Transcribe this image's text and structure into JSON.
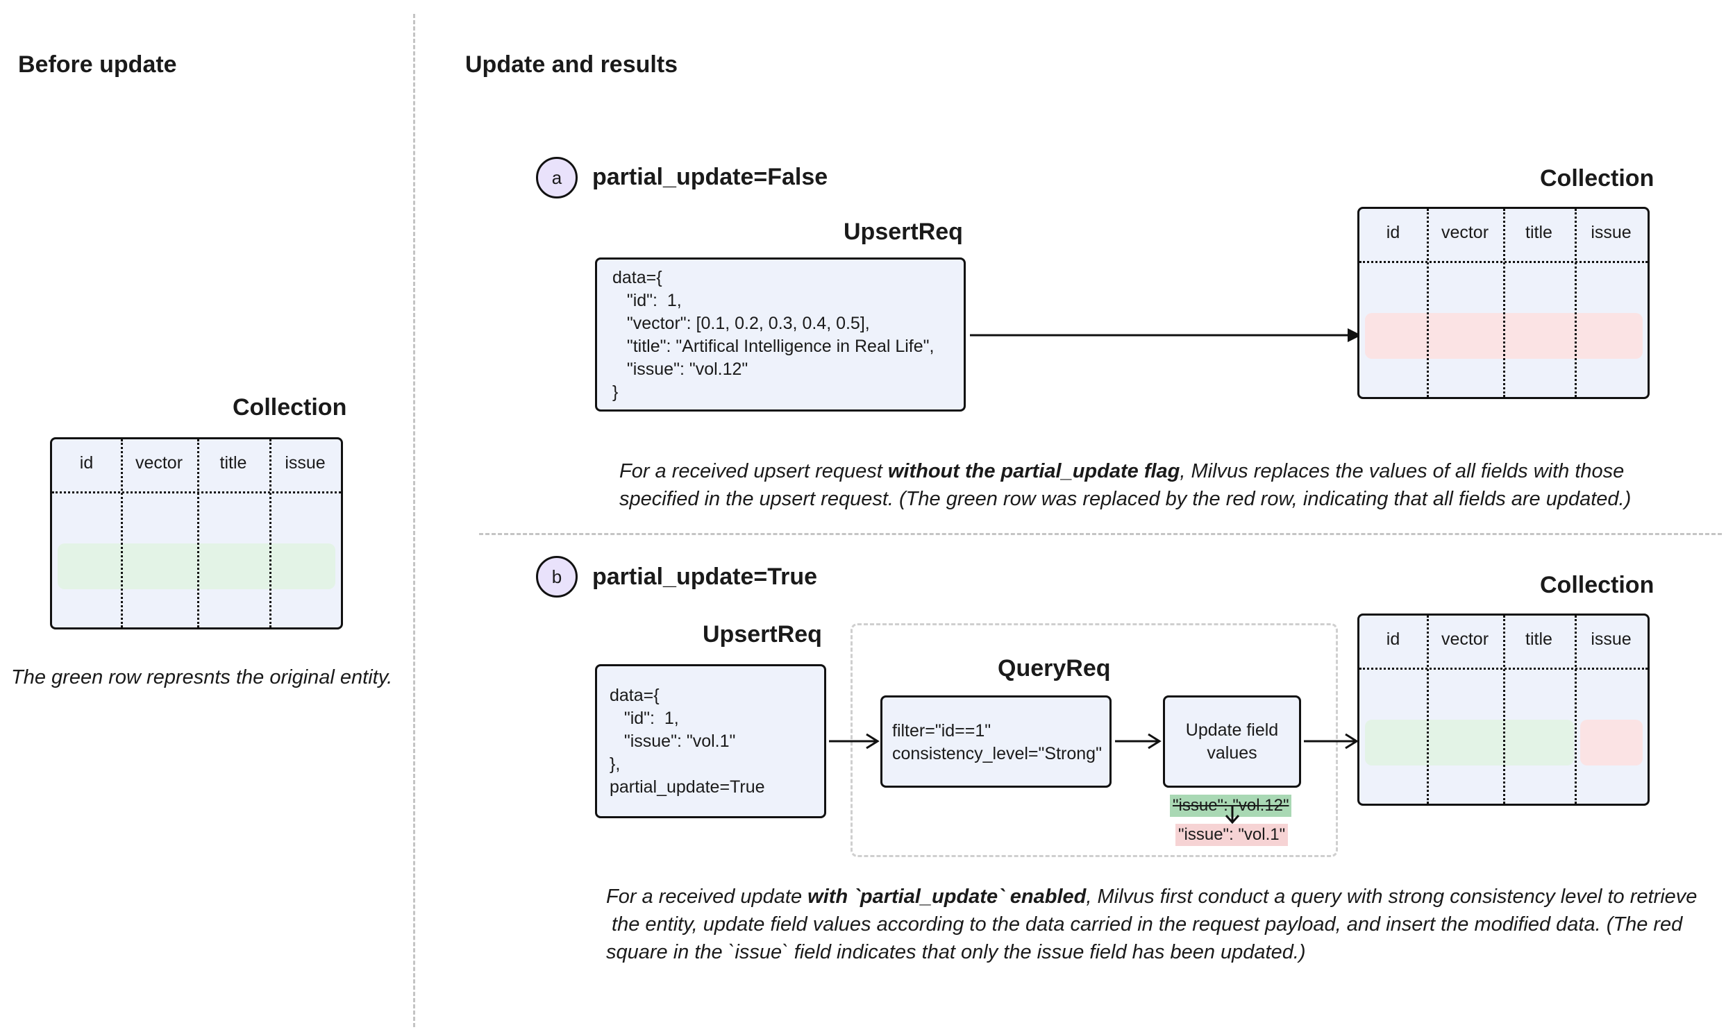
{
  "left": {
    "heading": "Before update",
    "collection_title": "Collection",
    "columns": [
      "id",
      "vector",
      "title",
      "issue"
    ],
    "caption": "The green row represnts the original entity."
  },
  "right": {
    "heading": "Update and results",
    "a": {
      "marker": "a",
      "title": "partial_update=False",
      "request_title": "UpsertReq",
      "request_code": "data={\n   \"id\":  1,\n   \"vector\": [0.1, 0.2, 0.3, 0.4, 0.5],\n   \"title\": \"Artifical Intelligence in Real Life\",\n   \"issue\": \"vol.12\"\n}",
      "collection_title": "Collection",
      "columns": [
        "id",
        "vector",
        "title",
        "issue"
      ],
      "caption_pre": "For a received upsert request ",
      "caption_bold": "without the partial_update flag",
      "caption_post": ", Milvus replaces the values of all fields with those",
      "caption_line2": "specified in the upsert request. (The green row was replaced by the red row, indicating that all fields are updated.)"
    },
    "b": {
      "marker": "b",
      "title": "partial_update=True",
      "request_title": "UpsertReq",
      "request_code": "data={\n   \"id\":  1,\n   \"issue\": \"vol.1\"\n},\npartial_update=True",
      "query_title": "QueryReq",
      "query_code": "filter=\"id==1\"\nconsistency_level=\"Strong\"",
      "update_label_1": "Update field",
      "update_label_2": "values",
      "old_value": "\"issue\": \"vol.12\"",
      "new_value": "\"issue\": \"vol.1\"",
      "collection_title": "Collection",
      "columns": [
        "id",
        "vector",
        "title",
        "issue"
      ],
      "caption_pre": "For a received update ",
      "caption_bold": "with `partial_update` enabled",
      "caption_post": ", Milvus first conduct a query with strong consistency level to retrieve",
      "caption_line2": " the entity, update field values according to the data carried in the request payload, and insert the modified data. (The red",
      "caption_line3": "square in the `issue` field indicates that only the issue field has been updated.)"
    }
  },
  "colors": {
    "box_fill": "#eef2fb",
    "green_row": "#e3f3e6",
    "red_row": "#fbe3e4",
    "marker_fill": "#e9e2fb",
    "old_value_bg": "#a9d8b4",
    "new_value_bg": "#f6d3d4"
  }
}
